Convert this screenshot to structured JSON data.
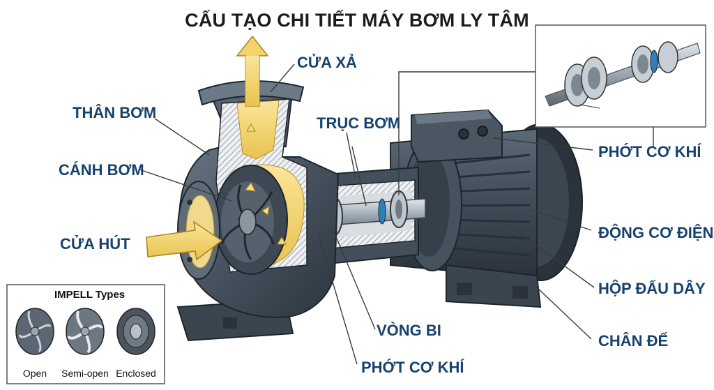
{
  "title": "CẤU TẠO CHI TIẾT MÁY BƠM LY TÂM",
  "labels": {
    "cua_xa": "CỬA XẢ",
    "than_bom": "THÂN BƠM",
    "truc_bom": "TRỤC BƠM",
    "canh_bom": "CÁNH BƠM",
    "phot_co_khi_top": "PHỚT CƠ KHÍ",
    "cua_hut": "CỬA HÚT",
    "dong_co_dien": "ĐỘNG CƠ ĐIỆN",
    "hop_dau_day": "HỘP ĐẤU DÂY",
    "chan_de": "CHÂN ĐẾ",
    "vong_bi": "VÒNG BI",
    "phot_co_khi_bottom": "PHỚT CƠ KHÍ"
  },
  "impeller_inset": {
    "title": "IMPELL Types",
    "types": [
      "Open",
      "Semi-open",
      "Enclosed"
    ]
  },
  "colors": {
    "label_blue": "#17426e",
    "flow_yellow": "#f3d36a",
    "metal_dark": "#3a4652"
  }
}
